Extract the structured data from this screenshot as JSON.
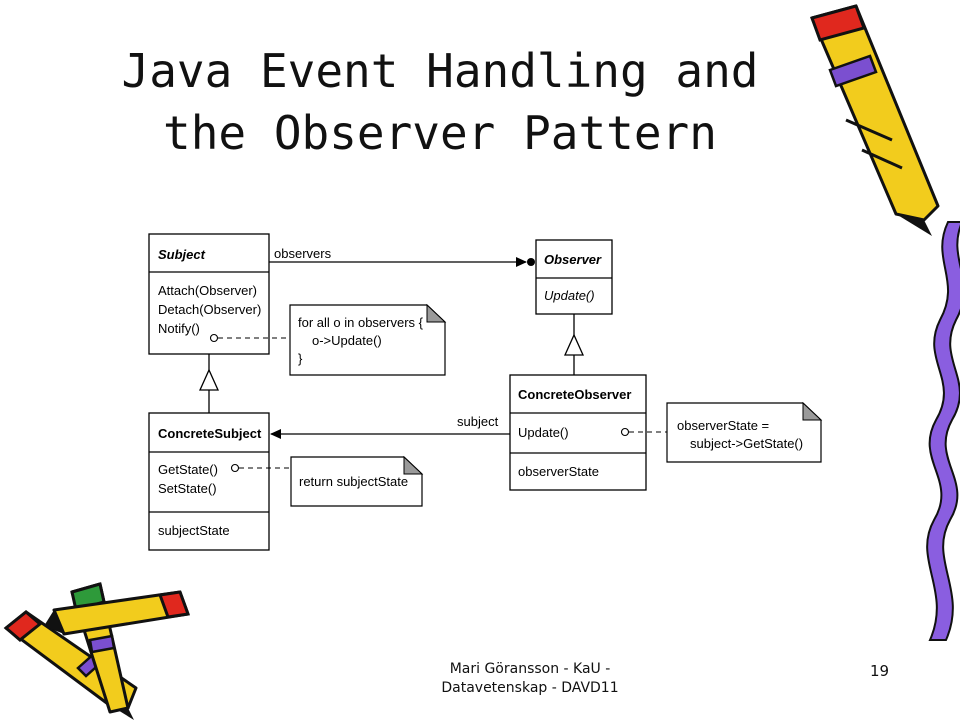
{
  "slide": {
    "title_line1": "Java Event Handling and",
    "title_line2": "the Observer Pattern",
    "footer_line1": "Mari Göransson - KaU -",
    "footer_line2": "Datavetenskap - DAVD11",
    "number": "19"
  },
  "diagram": {
    "subject": {
      "name": "Subject",
      "methods": [
        "Attach(Observer)",
        "Detach(Observer)",
        "Notify()"
      ]
    },
    "observer": {
      "name": "Observer",
      "methods": [
        "Update()"
      ]
    },
    "concrete_subject": {
      "name": "ConcreteSubject",
      "methods": [
        "GetState()",
        "SetState()"
      ],
      "attributes": [
        "subjectState"
      ]
    },
    "concrete_observer": {
      "name": "ConcreteObserver",
      "methods": [
        "Update()"
      ],
      "attributes": [
        "observerState"
      ]
    },
    "notes": {
      "notify": [
        "for all o in observers {",
        "o->Update()",
        "}"
      ],
      "get_state": [
        "return subjectState"
      ],
      "update": [
        "observerState =",
        "subject->GetState()"
      ]
    },
    "associations": {
      "observers": "observers",
      "subject": "subject"
    }
  },
  "colors": {
    "pencil_yellow": "#f2cc1d",
    "pencil_outline": "#111111",
    "pencil_tip_red": "#e0281e",
    "pencil_tip_green": "#2e9a3a",
    "pencil_band_purple": "#7b4fd0",
    "squiggle_purple": "#8a5ee0"
  }
}
